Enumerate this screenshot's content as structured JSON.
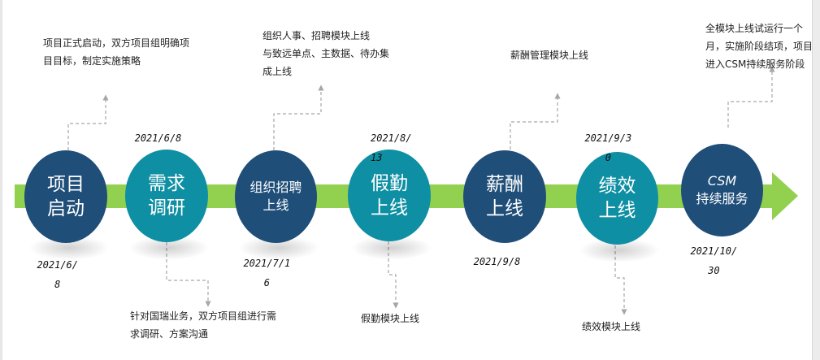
{
  "colors": {
    "navy": "#1f4e79",
    "teal": "#0e8fa3",
    "arrow": "#92d050",
    "connector": "#a6a6a6"
  },
  "nodes": [
    {
      "line1": "项目",
      "line2": "启动",
      "date": "2021/6/8"
    },
    {
      "line1": "需求",
      "line2": "调研",
      "date": "2021/6/8"
    },
    {
      "line1": "组织招聘",
      "line2": "上线",
      "date": "2021/7/16"
    },
    {
      "line1": "假勤",
      "line2": "上线",
      "date": "2021/8/13"
    },
    {
      "line1": "薪酬",
      "line2": "上线",
      "date": "2021/9/8"
    },
    {
      "line1": "绩效",
      "line2": "上线",
      "date": "2021/9/30"
    },
    {
      "line1": "CSM",
      "line2": "持续服务",
      "date": "2021/10/30"
    }
  ],
  "notes": [
    {
      "text": "项目正式启动，双方项目组明确项目目标，制定实施策略"
    },
    {
      "text": "针对国瑞业务，双方项目组进行需求调研、方案沟通"
    },
    {
      "line1": "组织人事、招聘模块上线",
      "line2": "与致远单点、主数据、待办集成上线"
    },
    {
      "text": "假勤模块上线"
    },
    {
      "text": "薪酬管理模块上线"
    },
    {
      "text": "绩效模块上线"
    },
    {
      "text": "全模块上线试运行一个月，实施阶段结项，项目进入CSM持续服务阶段"
    }
  ]
}
